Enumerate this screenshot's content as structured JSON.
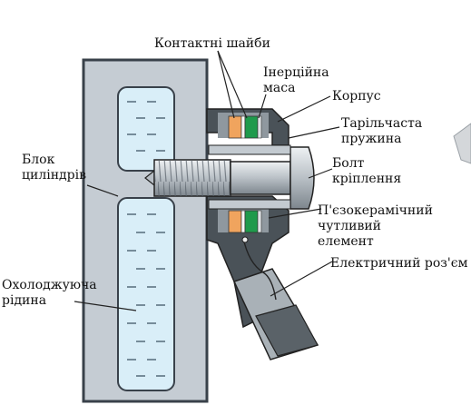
{
  "labels": {
    "contact_washers": "Контактні шайби",
    "inertial_mass": "Інерційна\nмаса",
    "housing": "Корпус",
    "disc_spring": "Тарільчаста\nпружина",
    "mounting_bolt": "Болт\nкріплення",
    "piezo_element": "П'єзокерамічний\nчутливий\nелемент",
    "electrical_connector": "Електричний роз'єм",
    "cylinder_block": "Блок\nциліндрів",
    "coolant": "Охолоджуюча\nрідина"
  },
  "colors": {
    "block_fill": "#c5ccd3",
    "block_stroke": "#39414a",
    "coolant_fill": "#d9eef8",
    "sensor_dark": "#4a5258",
    "sensor_mid": "#9aa3aa",
    "bolt_fill": "#b7bec5",
    "washer_orange": "#f0a45e",
    "mass_green": "#1f9a4c",
    "label_text": "#111111",
    "leader_line": "#222222"
  }
}
